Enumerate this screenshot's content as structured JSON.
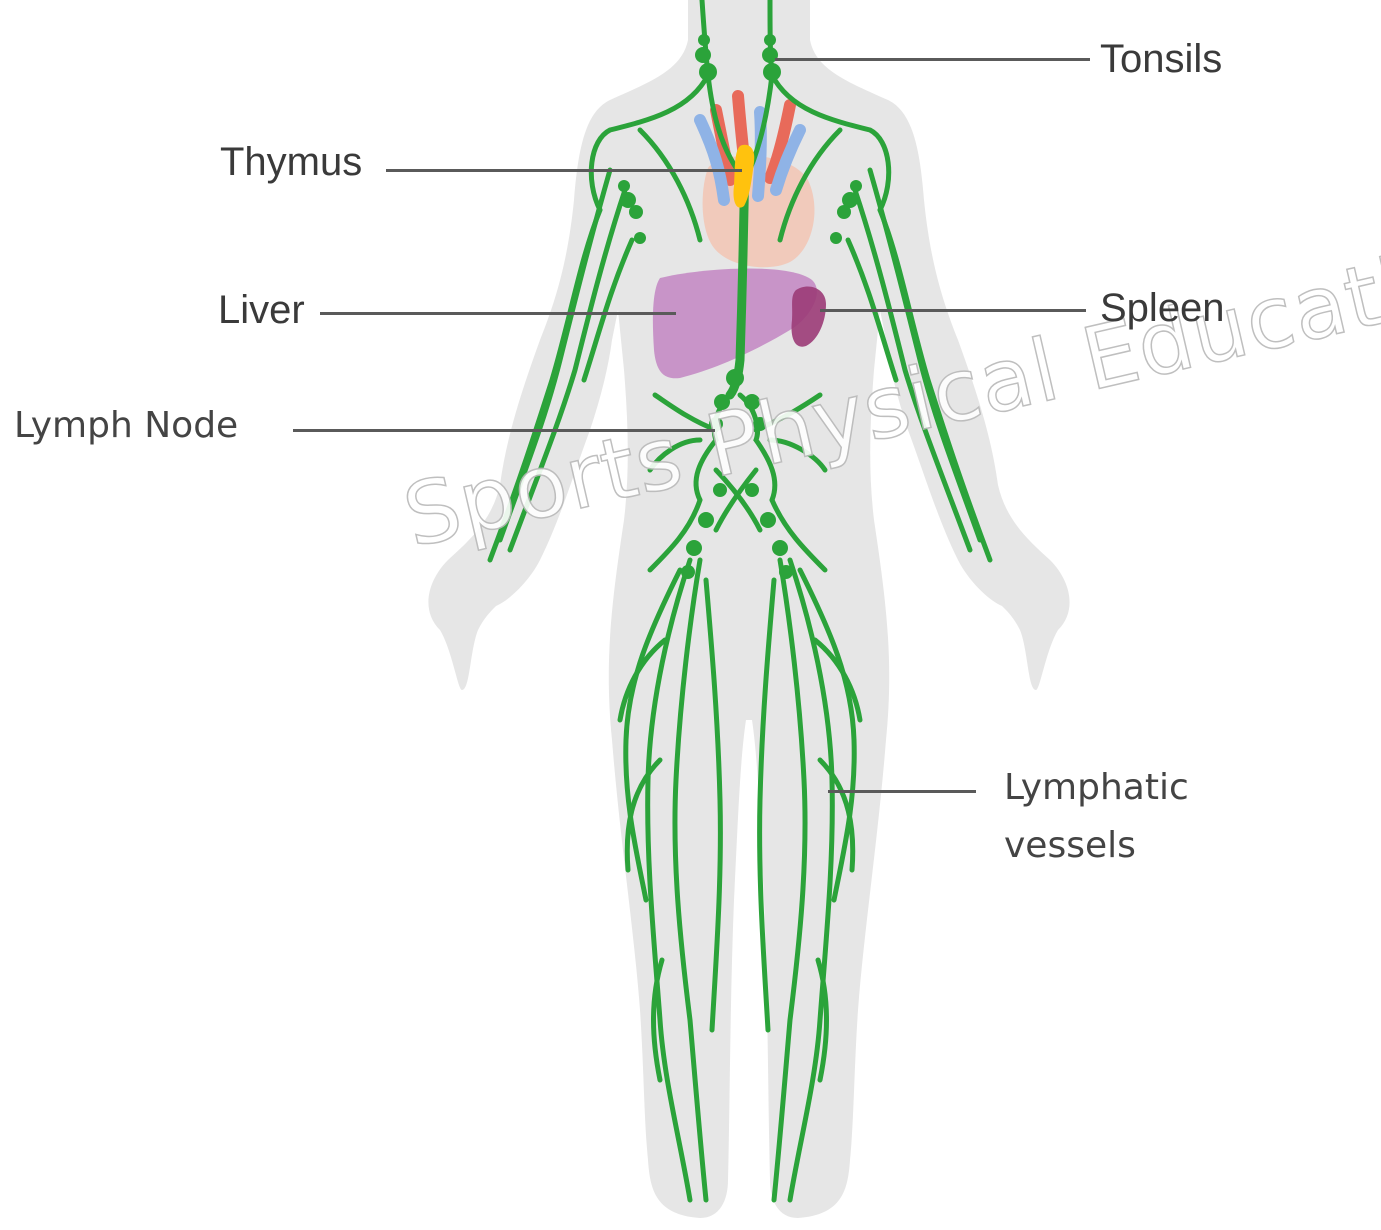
{
  "labels": {
    "tonsils": "Tonsils",
    "thymus": "Thymus",
    "liver": "Liver",
    "spleen": "Spleen",
    "lymph_node": "Lymph Node",
    "lymphatic_vessels_1": "Lymphatic",
    "lymphatic_vessels_2": "vessels"
  },
  "watermark": "Sports Physical Education",
  "colors": {
    "body_silhouette": "#e6e6e6",
    "lymph_green": "#2ba33a",
    "thymus_yellow": "#ffc20e",
    "liver_purple": "#c48bc4",
    "spleen_magenta": "#9b3b77",
    "heart_pink": "#f2c4b3",
    "vessel_red": "#e86a5a",
    "vessel_blue": "#8fb3e6",
    "leader_line": "#5a5a5a"
  }
}
